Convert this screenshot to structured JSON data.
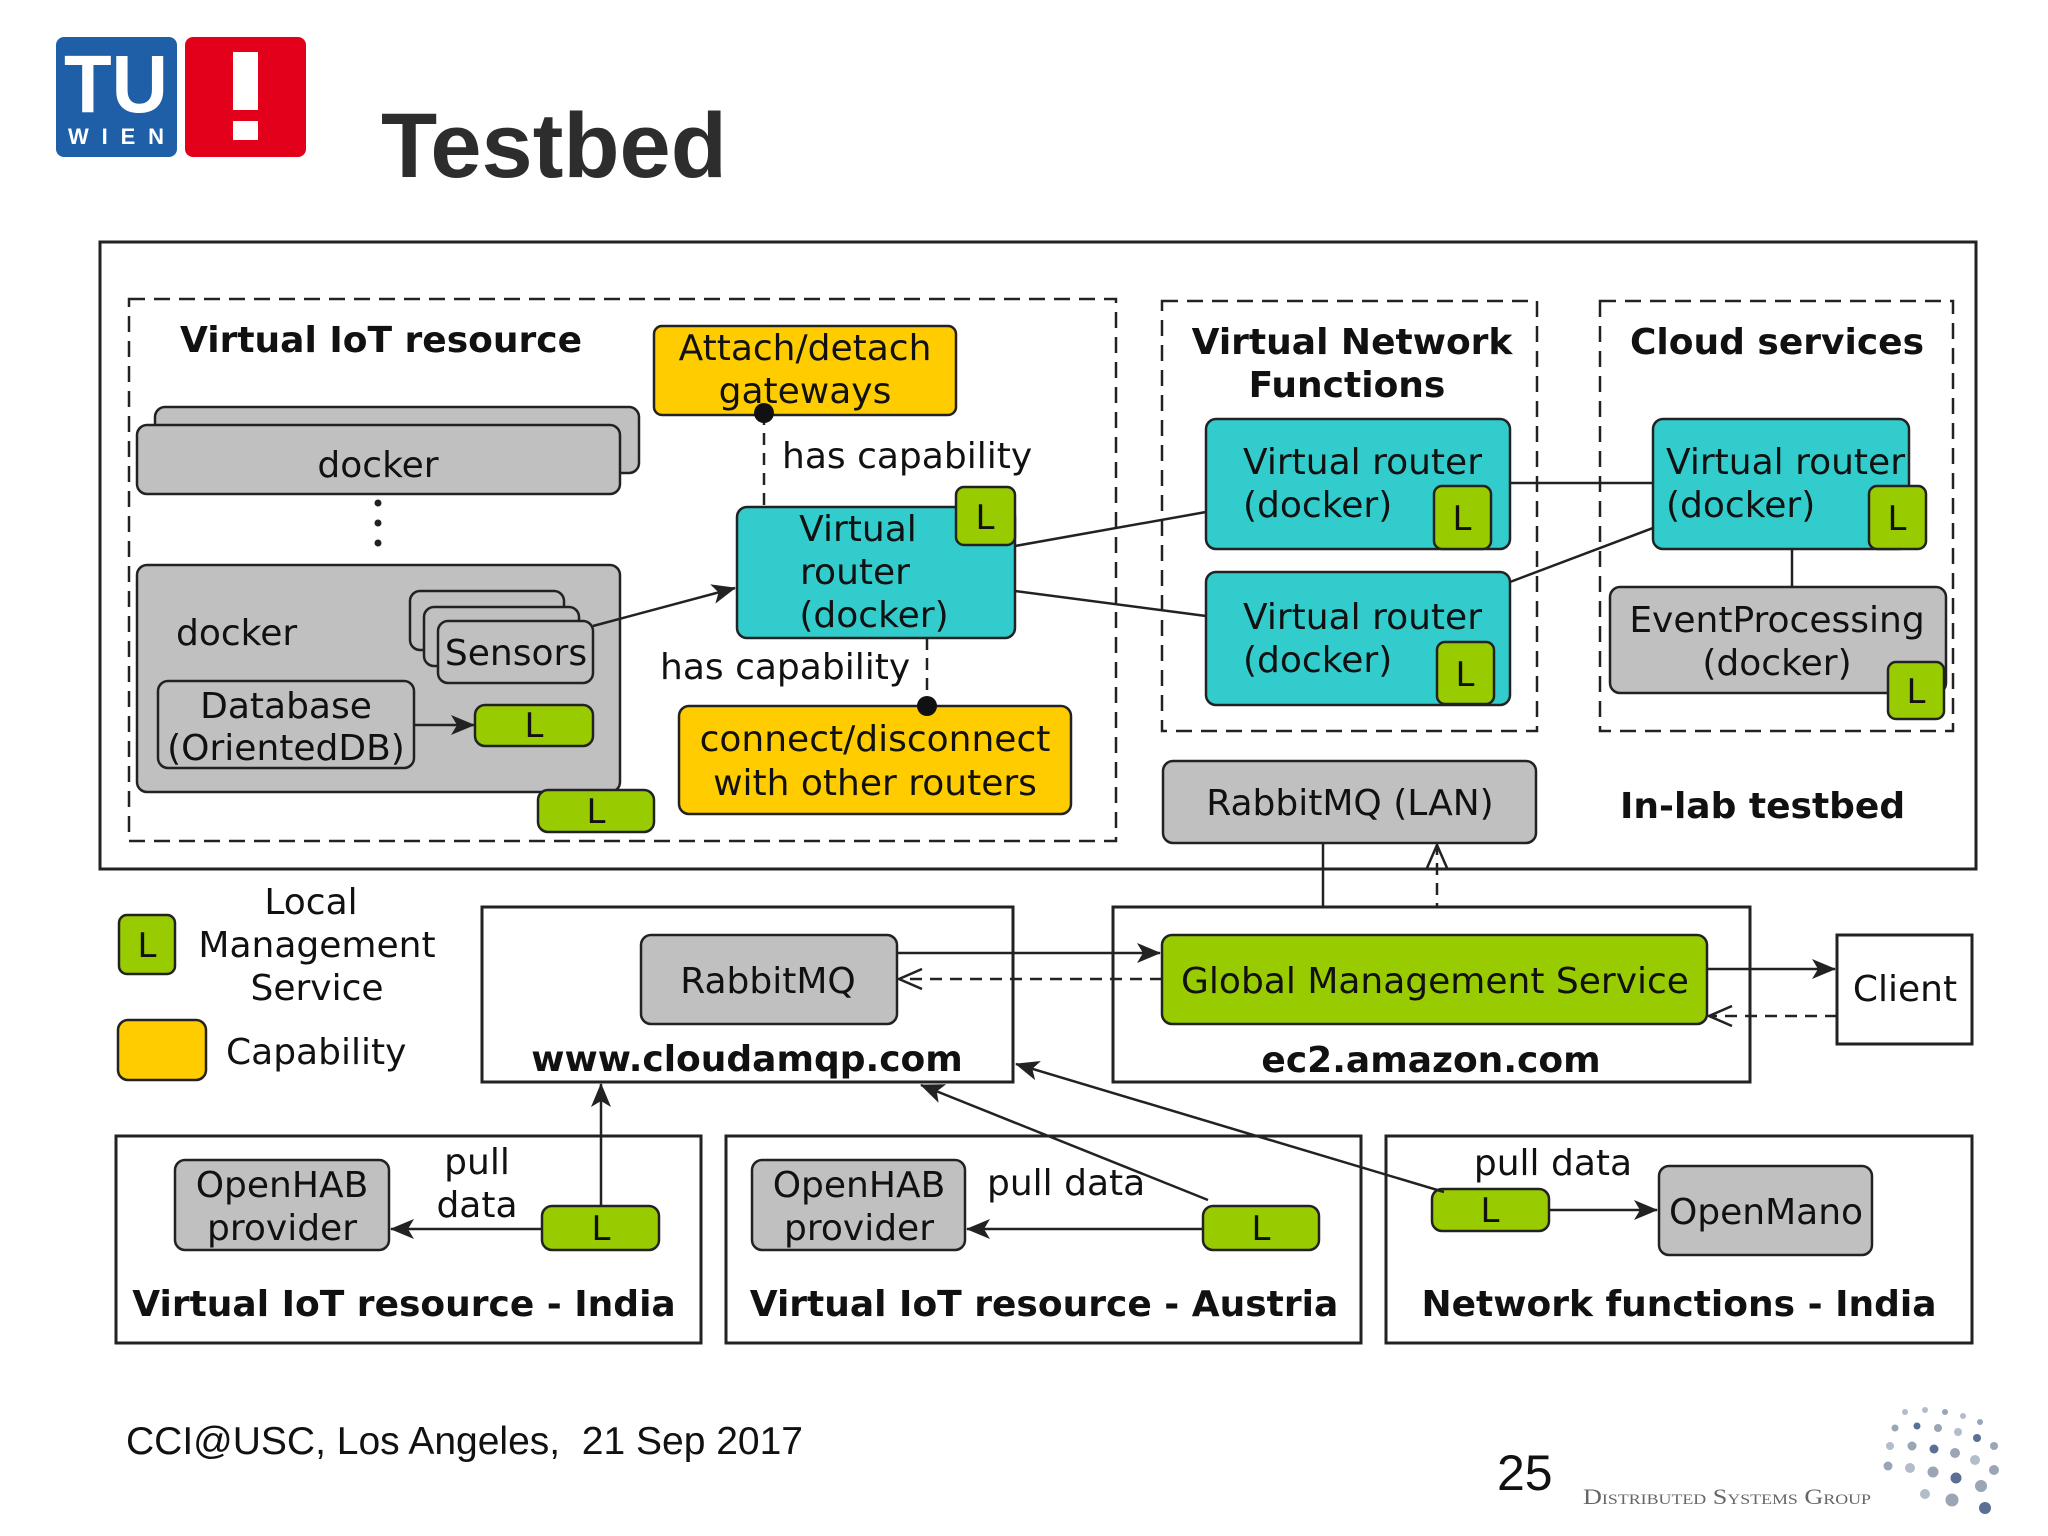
{
  "slide": {
    "title": "Testbed",
    "footer_text": "CCI@USC, Los Angeles,  21 Sep 2017",
    "page_number": "25",
    "group_name": "Distributed Systems Group"
  },
  "logo": {
    "letters": "TU",
    "subtitle": "WIEN",
    "mark": "!"
  },
  "colors": {
    "logo_blue": "#1F5FA8",
    "logo_red": "#E2001A",
    "capability": "#FFCC00",
    "router": "#33CCCC",
    "local_management": "#99CC00",
    "component": "#C0C0C0"
  },
  "badge": "L",
  "in_lab": {
    "label": "In-lab testbed",
    "virtual_iot": {
      "title": "Virtual IoT resource",
      "docker_stack_label": "docker",
      "docker_label": "docker",
      "sensors": "Sensors",
      "database": [
        "Database",
        "(OrientedDB)"
      ],
      "virtual_router": [
        "Virtual",
        "router",
        "(docker)"
      ],
      "has_capability_upper": "has capability",
      "has_capability_lower": "has capability",
      "attach_detach": [
        "Attach/detach",
        "gateways"
      ],
      "connect_disconnect": [
        "connect/disconnect",
        "with other routers"
      ]
    },
    "virtual_network_functions": {
      "title": [
        "Virtual Network",
        "Functions"
      ],
      "routers": [
        [
          "Virtual router",
          "(docker)"
        ],
        [
          "Virtual router",
          "(docker)"
        ]
      ]
    },
    "cloud_services": {
      "title": "Cloud services",
      "router": [
        "Virtual router",
        "(docker)"
      ],
      "event_processing": [
        "EventProcessing",
        "(docker)"
      ]
    },
    "rabbitmq_lan": "RabbitMQ (LAN)"
  },
  "legend": {
    "local_management": [
      "Local",
      "Management",
      "Service"
    ],
    "capability": "Capability"
  },
  "cloudamqp": {
    "service": "RabbitMQ",
    "host": "www.cloudamqp.com"
  },
  "ec2": {
    "service": "Global Management Service",
    "host": "ec2.amazon.com"
  },
  "client": "Client",
  "sites": {
    "india": {
      "provider": [
        "OpenHAB",
        "provider"
      ],
      "pull": [
        "pull",
        "data"
      ],
      "label": "Virtual IoT resource - India"
    },
    "austria": {
      "provider": [
        "OpenHAB",
        "provider"
      ],
      "pull": "pull data",
      "label": "Virtual IoT resource - Austria"
    },
    "network_functions": {
      "pull": "pull data",
      "service": "OpenMano",
      "label": "Network functions - India"
    }
  }
}
